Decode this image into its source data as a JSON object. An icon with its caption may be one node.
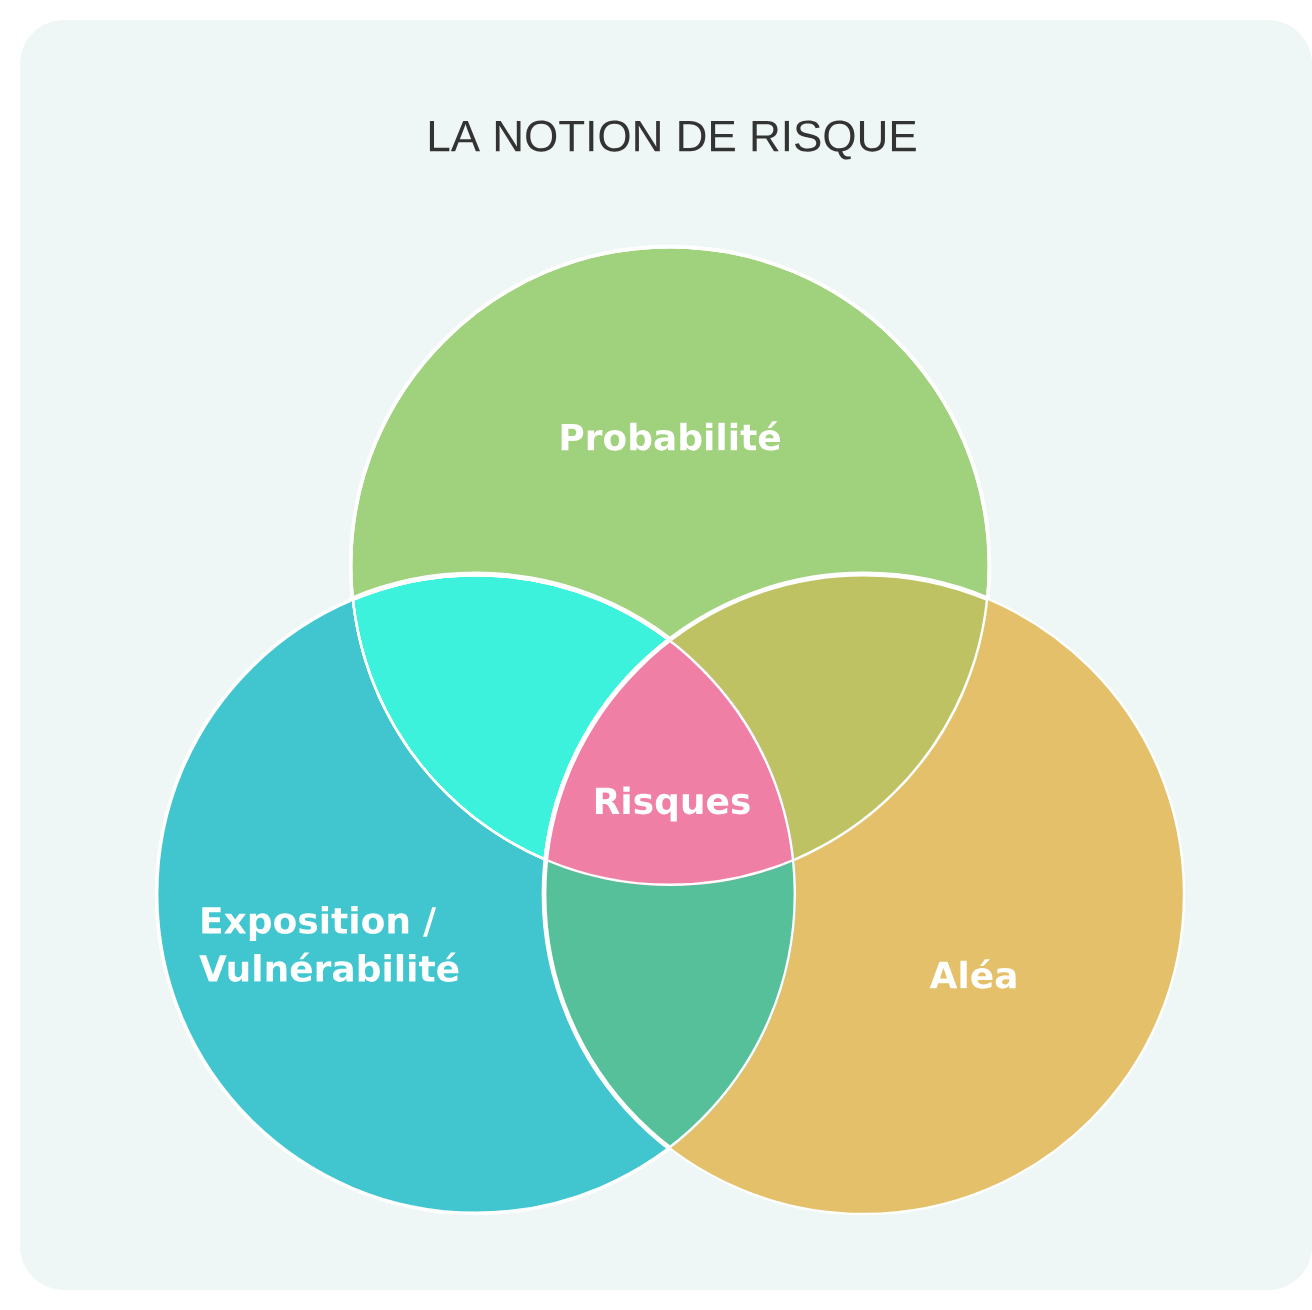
{
  "diagram": {
    "title": "LA NOTION DE RISQUE",
    "nodes": [
      {
        "text": [
          "Probabilité"
        ]
      },
      {
        "text": [
          "Exposition / Vulnérabilité"
        ]
      },
      {
        "text": [
          "Aléa"
        ]
      },
      {
        "text": [
          "Risques"
        ]
      }
    ]
  }
}
